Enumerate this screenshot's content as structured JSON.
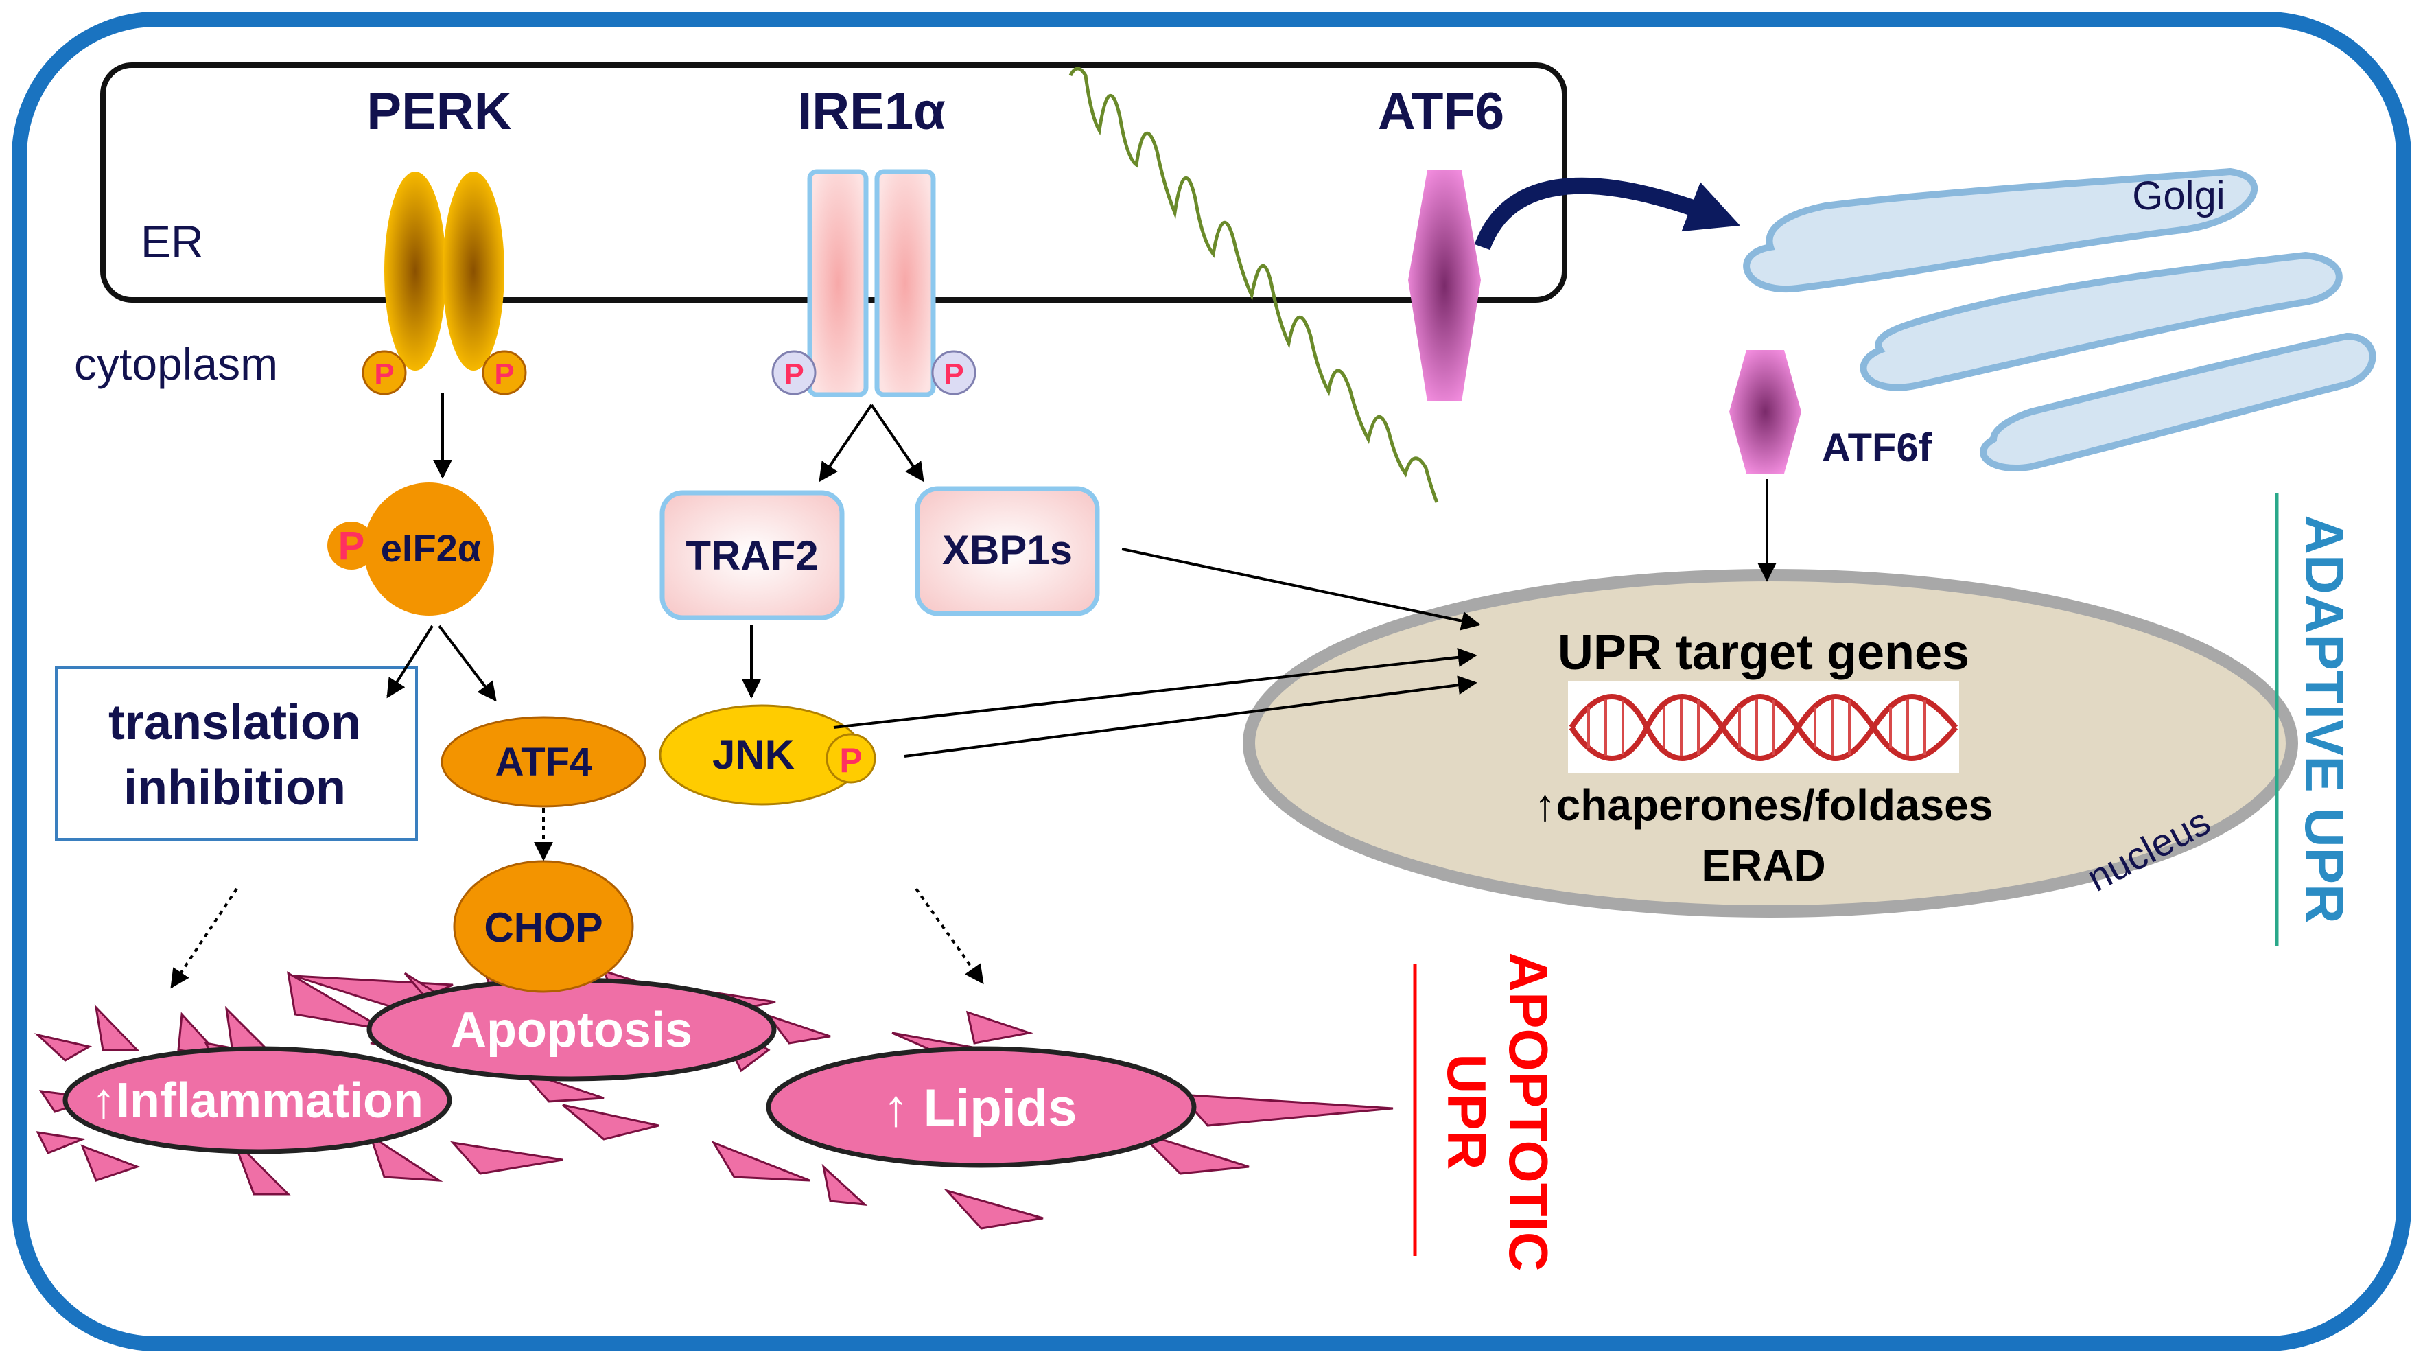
{
  "labels": {
    "perk": "PERK",
    "ire1": "IRE1α",
    "atf6": "ATF6",
    "er": "ER",
    "cytoplasm": "cytoplasm",
    "golgi": "Golgi",
    "atf6f": "ATF6f",
    "p": "P",
    "peif2a": "P",
    "eif2a": "eIF2α",
    "traf2": "TRAF2",
    "xbp1s": "XBP1s",
    "translation_line1": "translation",
    "translation_line2": "inhibition",
    "atf4": "ATF4",
    "jnk": "JNK",
    "chop": "CHOP",
    "upr_target_genes": "UPR target genes",
    "chaperones": "↑chaperones/foldases",
    "erad": "ERAD",
    "nucleus": "nucleus",
    "adaptive_upr": "ADAPTIVE UPR",
    "apoptotic": "APOPTOTIC",
    "upr": "UPR",
    "apoptosis": "Apoptosis",
    "inflammation": "↑Inflammation",
    "lipids": "↑ Lipids"
  },
  "colors": {
    "cell_border": "#1a73c0",
    "dark_text": "#12124e",
    "perk_orange": "#f0a000",
    "eif2a_orange": "#f39400",
    "ire1_pink": "#fbd0d0",
    "ire1_border": "#8cc8ee",
    "atf6_magenta": "#f08ad8",
    "golgi_fill": "#d4e4f2",
    "golgi_border": "#8ab8dc",
    "nucleus_fill": "#e2d9c4",
    "nucleus_border": "#a8a8a8",
    "jnk_yellow": "#ffcc00",
    "apoptotic_red": "#ff0000",
    "adaptive_blue": "#2b8cc4",
    "spike_pink": "#ef6fa6",
    "arrow_navy": "#0c1a5e",
    "er_green": "#6a8a2a"
  }
}
